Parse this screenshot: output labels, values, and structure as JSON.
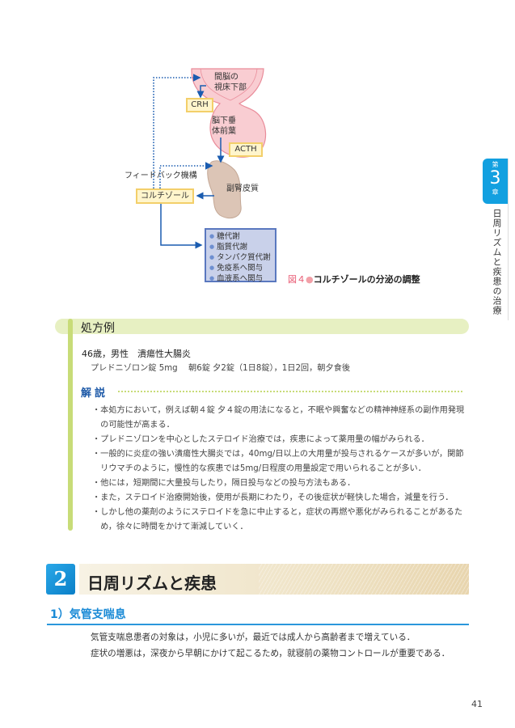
{
  "figure": {
    "hypothalamus": [
      "間脳の",
      "視床下部"
    ],
    "crh": "CRH",
    "pituitary": [
      "脳下垂",
      "体前葉"
    ],
    "acth": "ACTH",
    "adrenal": "副腎皮質",
    "feedback": "フィードバック機構",
    "cortisol": "コルチゾール",
    "effects": [
      "糖代謝",
      "脂質代謝",
      "タンパク質代謝",
      "免疫系へ関与",
      "血液系へ関与"
    ],
    "caption_num": "図４",
    "caption_text": "コルチゾールの分泌の調整"
  },
  "side_tab": {
    "prefix": "第",
    "number": "3",
    "suffix": "章",
    "title": "日周リズムと疾患の治療"
  },
  "prescription": {
    "title": "処方例",
    "patient": "46歳，男性　潰瘍性大腸炎",
    "drug": "プレドニゾロン錠 5mg　 朝6錠 夕2錠（1日8錠），1日2回，朝夕食後",
    "commentary_title": "解説",
    "commentary_lines": [
      "・本処方において，例えば朝４錠 夕４錠の用法になると，不眠や興奮などの精神神経系の副作用発現",
      "　の可能性が高まる．",
      "・プレドニゾロンを中心としたステロイド治療では，疾患によって薬用量の幅がみられる．",
      "・一般的に炎症の強い潰瘍性大腸炎では，40mg/日以上の大用量が投与されるケースが多いが，関節",
      "　リウマチのように，慢性的な疾患では5mg/日程度の用量設定で用いられることが多い．",
      "・他には，短期間に大量投与したり，隔日投与などの投与方法もある．",
      "・また，ステロイド治療開始後，使用が長期にわたり，その後症状が軽快した場合，減量を行う．",
      "・しかし他の薬剤のようにステロイドを急に中止すると，症状の再燃や悪化がみられることがあるた",
      "　め，徐々に時間をかけて漸減していく．"
    ]
  },
  "section": {
    "number": "2",
    "title": "日周リズムと疾患"
  },
  "subsection": {
    "title": "1）気管支喘息",
    "body": [
      "気管支喘息患者の対象は，小児に多いが，最近では成人から高齢者まで増えている．",
      "症状の増悪は，深夜から早朝にかけて起こるため，就寝前の薬物コントロールが重要である．"
    ]
  },
  "page_number": "41"
}
